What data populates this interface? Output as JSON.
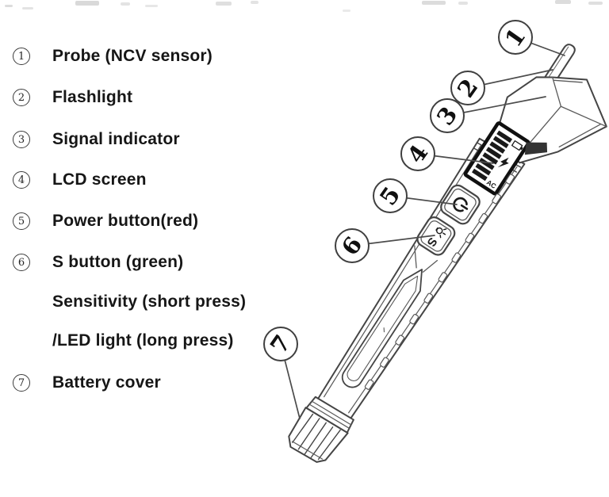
{
  "legend": {
    "items": [
      {
        "number": "1",
        "label": "Probe (NCV sensor)"
      },
      {
        "number": "2",
        "label": "Flashlight"
      },
      {
        "number": "3",
        "label": "Signal indicator"
      },
      {
        "number": "4",
        "label": "LCD screen"
      },
      {
        "number": "5",
        "label": "Power button(red)"
      },
      {
        "number": "6",
        "label": "S button (green)",
        "sublines": [
          "Sensitivity (short press)",
          "/LED light (long press)"
        ]
      },
      {
        "number": "7",
        "label": "Battery cover"
      }
    ]
  },
  "callouts": [
    {
      "number": "1",
      "target": "probe"
    },
    {
      "number": "2",
      "target": "flashlight"
    },
    {
      "number": "3",
      "target": "signal-indicator"
    },
    {
      "number": "4",
      "target": "lcd-screen"
    },
    {
      "number": "5",
      "target": "power-button"
    },
    {
      "number": "6",
      "target": "s-button"
    },
    {
      "number": "7",
      "target": "battery-cover"
    }
  ],
  "device_labels": {
    "s_button": "S",
    "lcd_ac": "AC"
  },
  "colors": {
    "ink": "#454545",
    "lcd_frame": "#101010",
    "lcd_bars": "#1a1a1a"
  }
}
